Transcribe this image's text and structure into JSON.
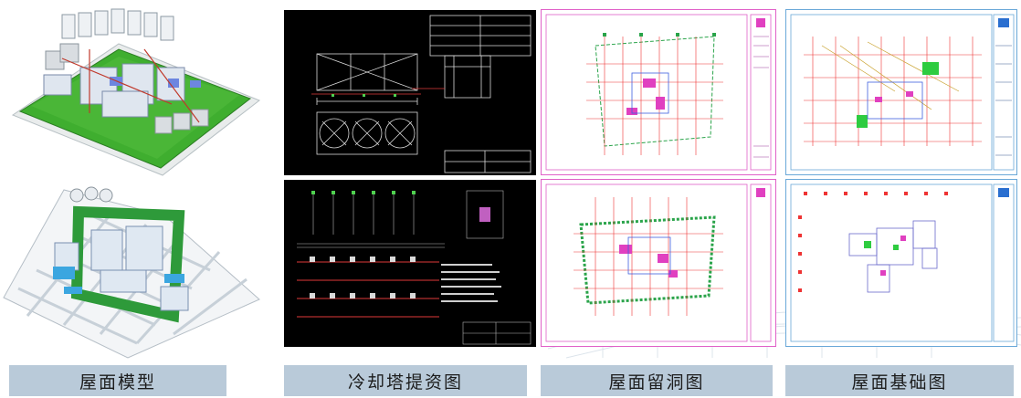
{
  "captions": [
    "屋面模型",
    "冷却塔提资图",
    "屋面留洞图",
    "屋面基础图"
  ],
  "images": [
    {
      "name": "roof-model-top",
      "depicts": "3D roof model green"
    },
    {
      "name": "roof-model-bottom",
      "depicts": "3D roof model white"
    },
    {
      "name": "cooling-tower-top",
      "depicts": "CAD drawing"
    },
    {
      "name": "cooling-tower-bottom",
      "depicts": "CAD drawing"
    },
    {
      "name": "roof-opening-top",
      "depicts": "CAD sheet"
    },
    {
      "name": "roof-opening-bottom",
      "depicts": "CAD sheet"
    },
    {
      "name": "roof-foundation-top",
      "depicts": "CAD sheet"
    },
    {
      "name": "roof-foundation-bottom",
      "depicts": "CAD sheet"
    }
  ],
  "colors": {
    "caption_bg": "#b9cad9",
    "cad_bg": "#000000",
    "sheet_border_pink": "#e060c8",
    "sheet_border_blue": "#6aa8d8",
    "model_green": "#2f9a3a"
  }
}
